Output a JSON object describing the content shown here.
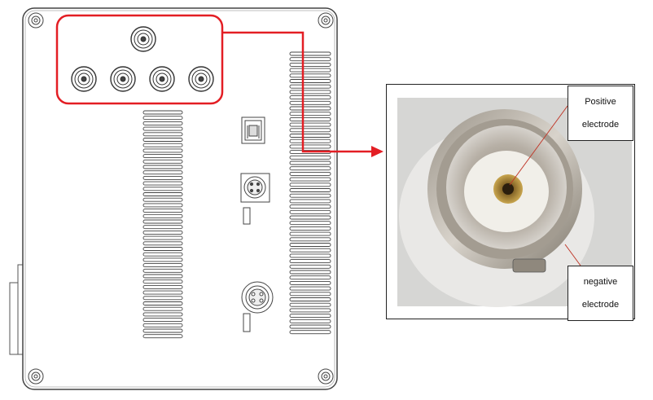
{
  "labels": {
    "positive_line1": "Positive",
    "positive_line2": "electrode",
    "negative_line1": "negative",
    "negative_line2": "electrode"
  },
  "colors": {
    "highlight": "#e31e24",
    "line": "#333333",
    "panel_fill": "#ffffff"
  },
  "icons": {
    "connector": "bnc-connector-icon",
    "usb": "usb-port-icon",
    "din4": "mini-din-4pin-icon",
    "corner_screw": "screw-icon"
  }
}
